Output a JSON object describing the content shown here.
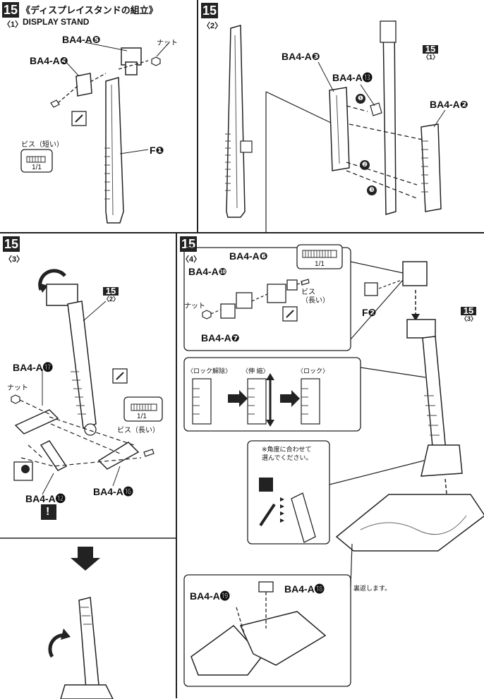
{
  "header": {
    "title_num": "15",
    "title": "《ディスプレイスタンドの組立》",
    "sub1": "〈1〉",
    "display_stand": "DISPLAY STAND"
  },
  "p1": {
    "a5": "BA4-A❺",
    "nut": "ナット",
    "a4": "BA4-A❹",
    "screw": "ビス（短い）",
    "ratio": "1/1",
    "f1": "F❶"
  },
  "p2": {
    "step": "15",
    "sub": "〈2〉",
    "a3": "BA4-A❸",
    "a13": "BA4-A⓭",
    "ref_n": "15",
    "ref_s": "〈1〉",
    "a2": "BA4-A❷",
    "c1": "❶",
    "c2": "❷",
    "c3": "❸"
  },
  "p3": {
    "step": "15",
    "sub": "〈3〉",
    "ref_n": "15",
    "ref_s": "〈2〉",
    "a17": "BA4-A⓱",
    "nut": "ナット",
    "screw": "ビス（長い）",
    "ratio": "1/1",
    "a12": "BA4-A⓬",
    "a16": "BA4-A⓰",
    "warn": "!"
  },
  "p4": {
    "step": "15",
    "sub": "〈4〉",
    "a6": "BA4-A❻",
    "a10": "BA4-A❿",
    "ratio": "1/1",
    "nut": "ナット",
    "screw": "ビス\n（長い）",
    "a7": "BA4-A❼",
    "f2": "F❷",
    "ref_n": "15",
    "ref_s": "〈3〉",
    "lock_release": "〈ロック解除〉",
    "extend": "〈伸 縮〉",
    "lock": "〈ロック〉",
    "angle_note": "※角度に合わせて\n選んでください。",
    "a19": "BA4-A⓳",
    "a18": "BA4-A⓲",
    "back_note": "裏返します。"
  }
}
